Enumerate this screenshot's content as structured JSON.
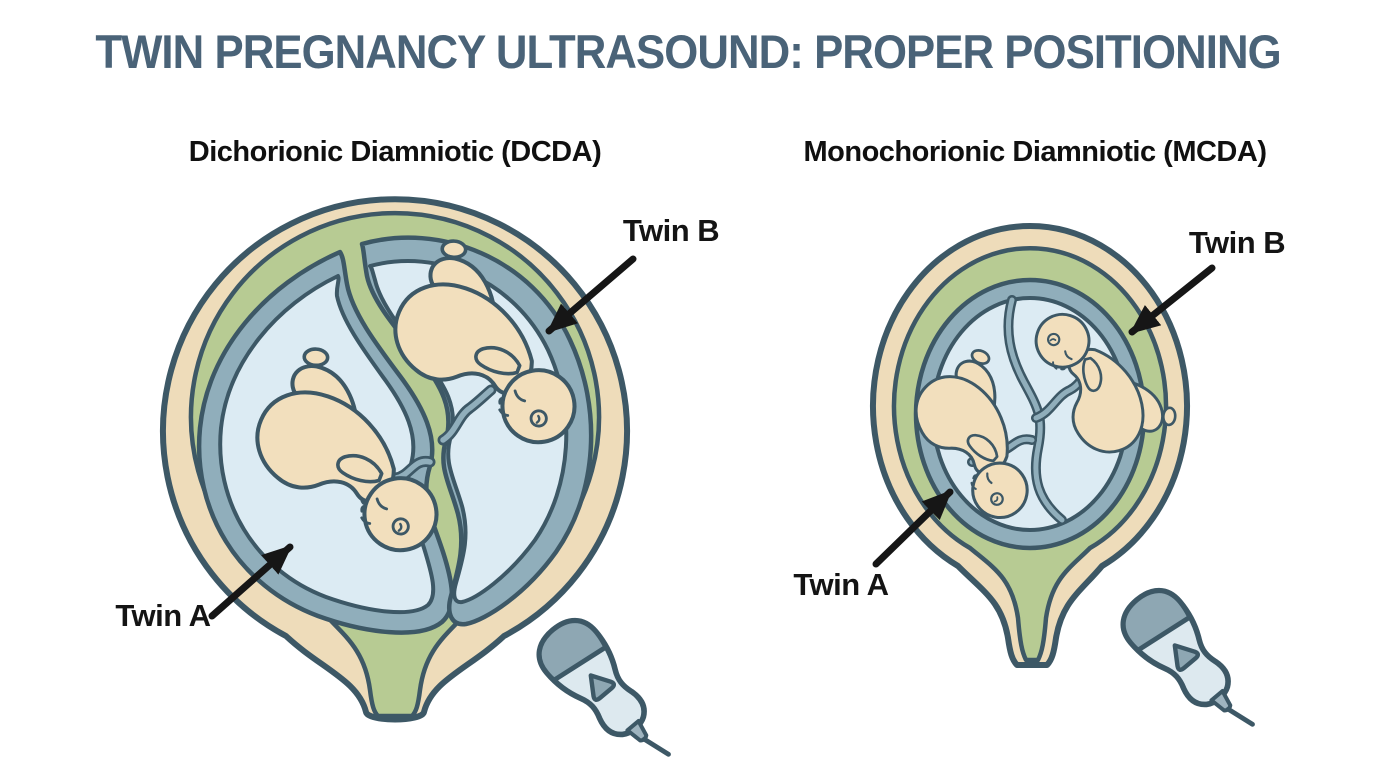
{
  "title": "TWIN PREGNANCY ULTRASOUND: PROPER POSITIONING",
  "panels": [
    {
      "id": "dcda",
      "subtitle": "Dichorionic Diamniotic (DCDA)",
      "twin_a_label": "Twin A",
      "twin_b_label": "Twin B"
    },
    {
      "id": "mcda",
      "subtitle": "Monochorionic Diamniotic (MCDA)",
      "twin_a_label": "Twin A",
      "twin_b_label": "Twin B"
    }
  ],
  "icons": {
    "probe": "ultrasound-probe-icon",
    "arrow": "pointer-arrow-icon"
  },
  "colors": {
    "title_text": "#4a6378",
    "label_text": "#141414",
    "outline": "#3d5866",
    "uterus_wall_tan": "#eedcba",
    "chorion_green": "#b7cb93",
    "membrane_bluegray": "#90aebb",
    "amniotic_fluid_blue": "#dcebf3",
    "fetus_skin": "#f2dfbd",
    "probe_body": "#dde9ef",
    "probe_accent": "#8ea7b3",
    "arrow_black": "#161616",
    "background": "#ffffff"
  }
}
